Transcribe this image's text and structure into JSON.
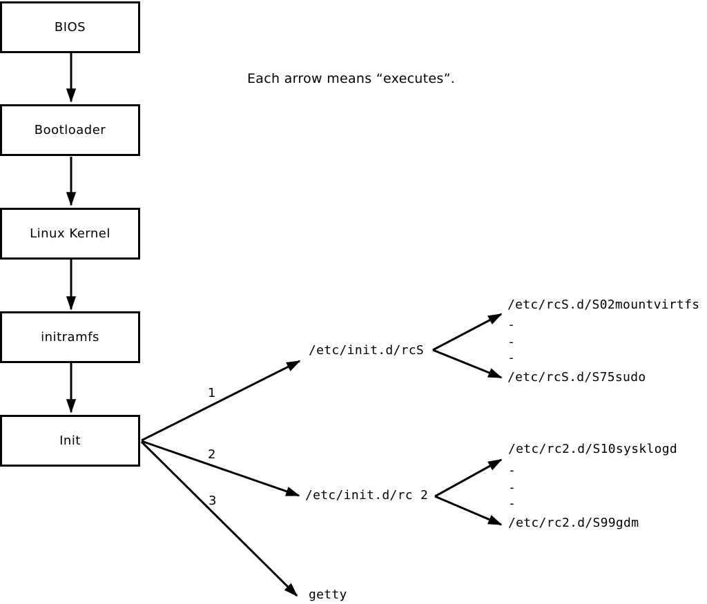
{
  "legend": "Each arrow means “executes”.",
  "boxes": [
    {
      "label": "BIOS"
    },
    {
      "label": "Bootloader"
    },
    {
      "label": "Linux Kernel"
    },
    {
      "label": "initramfs"
    },
    {
      "label": "Init"
    }
  ],
  "init_branches": [
    {
      "number": "1",
      "target": "/etc/init.d/rcS"
    },
    {
      "number": "2",
      "target": "/etc/init.d/rc 2"
    },
    {
      "number": "3",
      "target": "getty"
    }
  ],
  "rcS_children": [
    "/etc/rcS.d/S02mountvirtfs",
    "-",
    "-",
    "-",
    "/etc/rcS.d/S75sudo"
  ],
  "rc2_children": [
    "/etc/rc2.d/S10sysklogd",
    "-",
    "-",
    "-",
    "/etc/rc2.d/S99gdm"
  ],
  "colors": {
    "stroke": "#000000",
    "background": "#ffffff"
  }
}
